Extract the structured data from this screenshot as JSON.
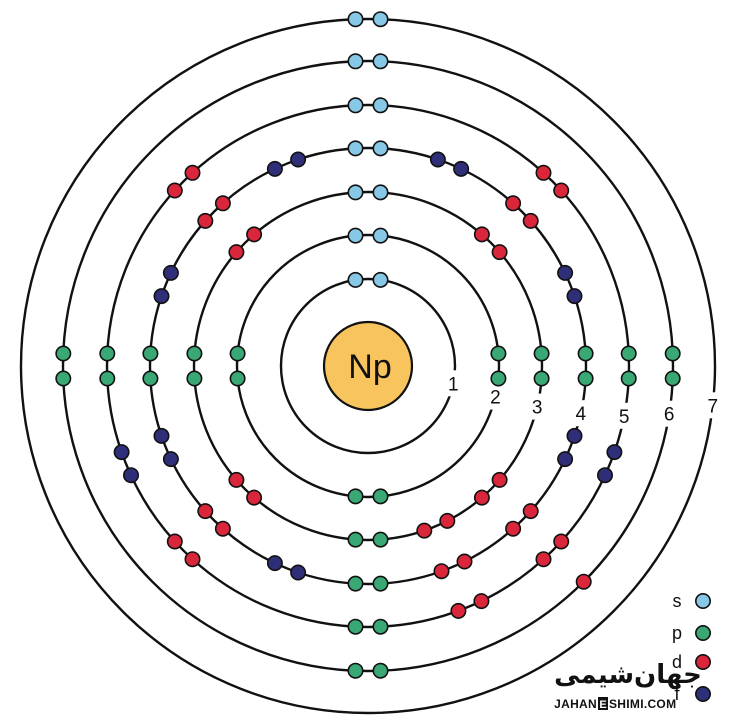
{
  "element_symbol": "Np",
  "colors": {
    "s": "#87c8e6",
    "p": "#3aa874",
    "d": "#d9263a",
    "f": "#2f2e78",
    "nucleus": "#f7c45e"
  },
  "shells": [
    {
      "number": "1",
      "electrons": {
        "s": 2,
        "p": 0,
        "d": 0,
        "f": 0
      }
    },
    {
      "number": "2",
      "electrons": {
        "s": 2,
        "p": 6,
        "d": 0,
        "f": 0
      }
    },
    {
      "number": "3",
      "electrons": {
        "s": 2,
        "p": 6,
        "d": 10,
        "f": 0
      }
    },
    {
      "number": "4",
      "electrons": {
        "s": 2,
        "p": 6,
        "d": 10,
        "f": 14
      }
    },
    {
      "number": "5",
      "electrons": {
        "s": 2,
        "p": 6,
        "d": 10,
        "f": 4
      }
    },
    {
      "number": "6",
      "electrons": {
        "s": 2,
        "p": 6,
        "d": 1,
        "f": 0
      }
    },
    {
      "number": "7",
      "electrons": {
        "s": 2,
        "p": 0,
        "d": 0,
        "f": 0
      }
    }
  ],
  "legend": [
    {
      "label": "s",
      "key": "s"
    },
    {
      "label": "p",
      "key": "p"
    },
    {
      "label": "d",
      "key": "d"
    },
    {
      "label": "f",
      "key": "f"
    }
  ],
  "watermark": {
    "arabic": "جهان‌شیمی",
    "english_left": "JAHAN",
    "english_e": "E",
    "english_right": "SHIMI.COM"
  }
}
